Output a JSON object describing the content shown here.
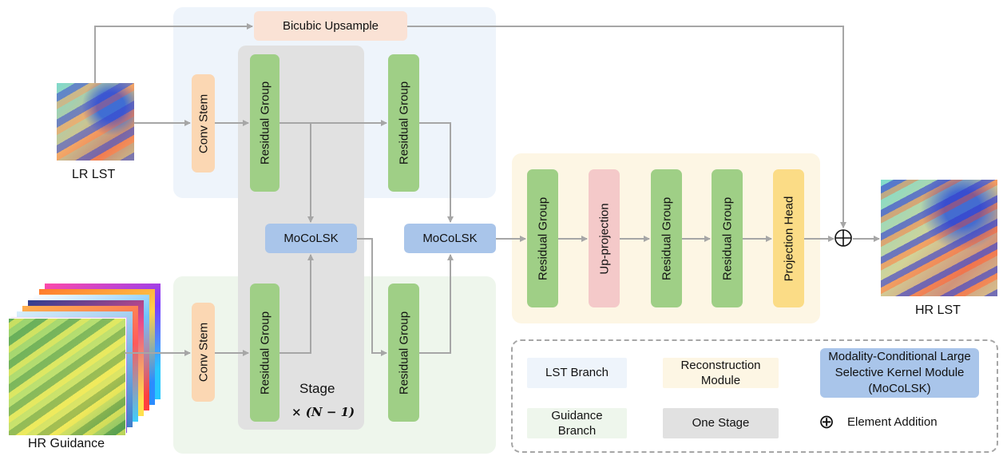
{
  "inputs": {
    "lr_label": "LR LST",
    "guidance_label": "HR Guidance",
    "output_label": "HR LST"
  },
  "lst_branch": {
    "upsample": "Bicubic Upsample",
    "conv_stem": "Conv Stem",
    "residual_group_1": "Residual Group",
    "residual_group_2": "Residual Group"
  },
  "guidance_branch": {
    "conv_stem": "Conv Stem",
    "residual_group_1": "Residual Group",
    "residual_group_2": "Residual Group"
  },
  "stage": {
    "label": "Stage",
    "repeat": "× (N − 1)",
    "mocolsk_1": "MoCoLSK",
    "mocolsk_2": "MoCoLSK"
  },
  "reconstruction": {
    "blocks": [
      "Residual Group",
      "Up-projection",
      "Residual Group",
      "Residual Group",
      "Projection Head"
    ]
  },
  "legend": {
    "lst_branch": "LST Branch",
    "reconstruction_module": "Reconstruction Module",
    "mocolsk": "Modality-Conditional Large Selective Kernel Module (MoCoLSK)",
    "guidance_branch": "Guidance Branch",
    "one_stage": "One Stage",
    "element_addition": "Element Addition",
    "addition_symbol": "⊕"
  },
  "colors": {
    "lst_branch_bg": "#eef4fb",
    "guidance_branch_bg": "#eef6ec",
    "stage_bg": "#e1e1e1",
    "reconstruction_bg": "#fdf6e4",
    "residual_group": "#9fcf86",
    "conv_stem": "#fbd7b3",
    "upsample": "#fae2d5",
    "mocolsk": "#a9c5ea",
    "up_projection": "#f4c9c9",
    "projection_head": "#fbdc86",
    "arrow": "#a6a6a6"
  }
}
